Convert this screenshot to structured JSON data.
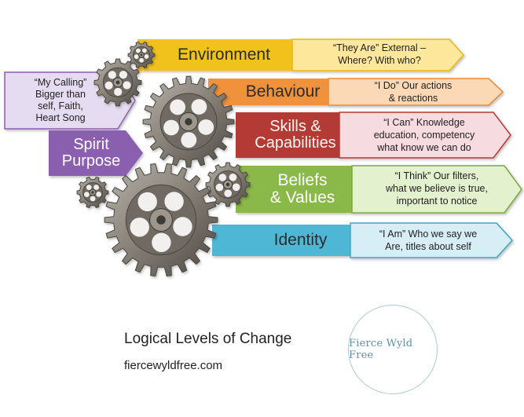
{
  "levels": [
    {
      "key": "environment",
      "title": "Environment",
      "desc": [
        "“They Are” External –",
        "Where? With who?"
      ],
      "color": "#f2c21b",
      "desc_color": "#fde79a"
    },
    {
      "key": "behaviour",
      "title": "Behaviour",
      "desc": [
        "“I Do” Our actions",
        "& reactions"
      ],
      "color": "#f0913a",
      "desc_color": "#fbd9b6"
    },
    {
      "key": "skills",
      "title": "Skills &\nCapabilities",
      "desc": [
        "“I Can”  Knowledge",
        "education, competency",
        "what know we can do"
      ],
      "color": "#b43a34",
      "desc_color": "#f6dbe0"
    },
    {
      "key": "beliefs",
      "title": "Beliefs\n& Values",
      "desc": [
        "“I Think” Our filters,",
        "what we believe is true,",
        "important to notice"
      ],
      "color": "#8ab84a",
      "desc_color": "#e4f1cf"
    },
    {
      "key": "identity",
      "title": "Identity",
      "desc": [
        "“I Am”  Who we say we",
        "Are, titles about self"
      ],
      "color": "#4fb7d6",
      "desc_color": "#d7eef6"
    }
  ],
  "spirit": {
    "title": "Spirit\nPurpose",
    "desc": "“My Calling”\nBigger than\nself, Faith,\nHeart Song",
    "color": "#8a5fb0",
    "desc_color": "#e6dcf1"
  },
  "caption": {
    "title": "Logical Levels of Change",
    "url": "fiercewyldfree.com"
  },
  "logo_text": "Fierce Wyld Free",
  "icons": [
    "gear-icon"
  ]
}
